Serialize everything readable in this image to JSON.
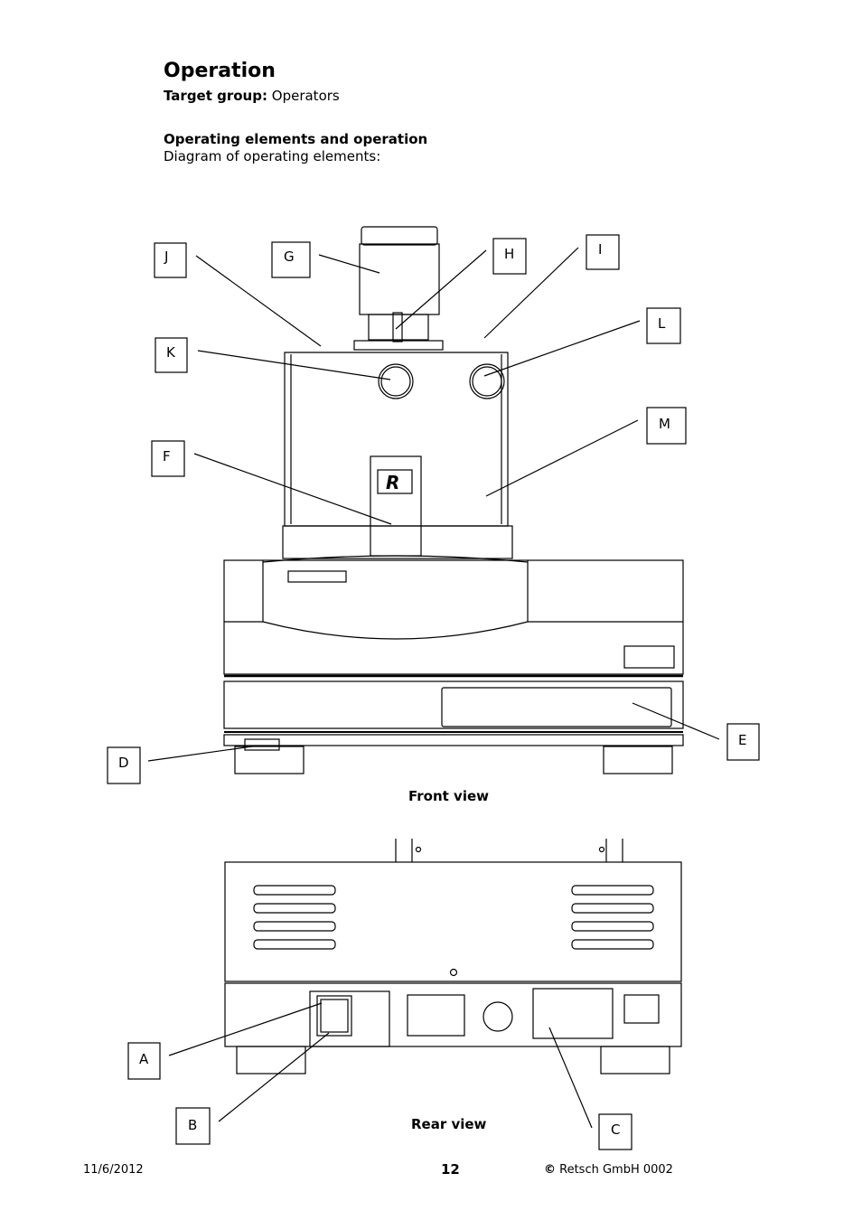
{
  "heading": {
    "title": "Operation",
    "target_label": "Target group:",
    "target_value": "Operators"
  },
  "section": {
    "title": "Operating elements and operation",
    "description": "Diagram of operating elements:"
  },
  "front_view": {
    "caption": "Front view",
    "callouts": [
      "J",
      "G",
      "H",
      "I",
      "K",
      "L",
      "F",
      "M",
      "D",
      "E"
    ]
  },
  "rear_view": {
    "caption": "Rear view",
    "callouts": [
      "A",
      "B",
      "C"
    ]
  },
  "footer": {
    "date": "11/6/2012",
    "page": "12",
    "copyright_symbol": "©",
    "copyright_text": "Retsch GmbH 0002"
  }
}
